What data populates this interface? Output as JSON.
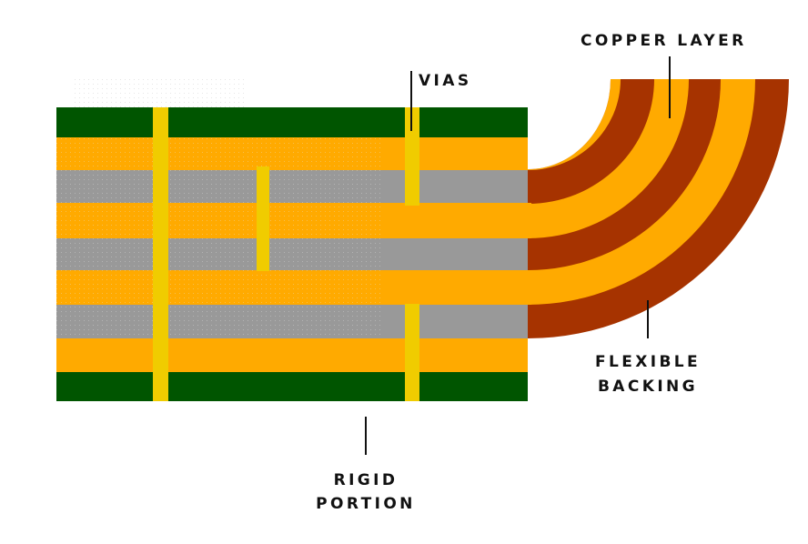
{
  "labels": {
    "vias": "VIAS",
    "copper_layer": "COPPER LAYER",
    "flexible_backing_line1": "FLEXIBLE",
    "flexible_backing_line2": "BACKING",
    "rigid_portion_line1": "RIGID",
    "rigid_portion_line2": "PORTION"
  },
  "colors": {
    "solder_mask": "#005500",
    "copper": "#ffaa00",
    "core": "#999999",
    "via": "#f0cc00",
    "flex_backing": "#a63300",
    "leader": "#111111",
    "dots": "#e6e6e6"
  }
}
